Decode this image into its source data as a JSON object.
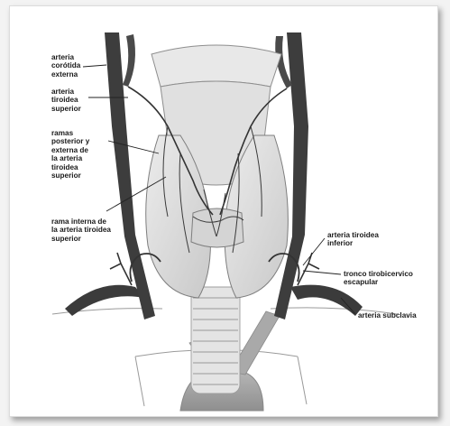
{
  "labels": {
    "carotida_externa": "arteria\ncorótida\nexterna",
    "tiroidea_superior": "arteria\ntiroidea\nsuperior",
    "ramas_posterior": "ramas\nposterior y\nexterna de\nla arteria\ntiroidea\nsuperior",
    "rama_interna": "rama interna de\nla arteria tiroidea\nsuperior",
    "tiroidea_inferior": "arteria tiroidea\ninferior",
    "tronco_tirobicervico": "tronco tirobicervico\nescapular",
    "subclavia": "arteria subclavia"
  },
  "colors": {
    "artery": "#3c3c3c",
    "thyroid": "#dadada",
    "trachea": "#e2e2e2",
    "aorta": "#a8a8a8",
    "leader": "#222222"
  }
}
